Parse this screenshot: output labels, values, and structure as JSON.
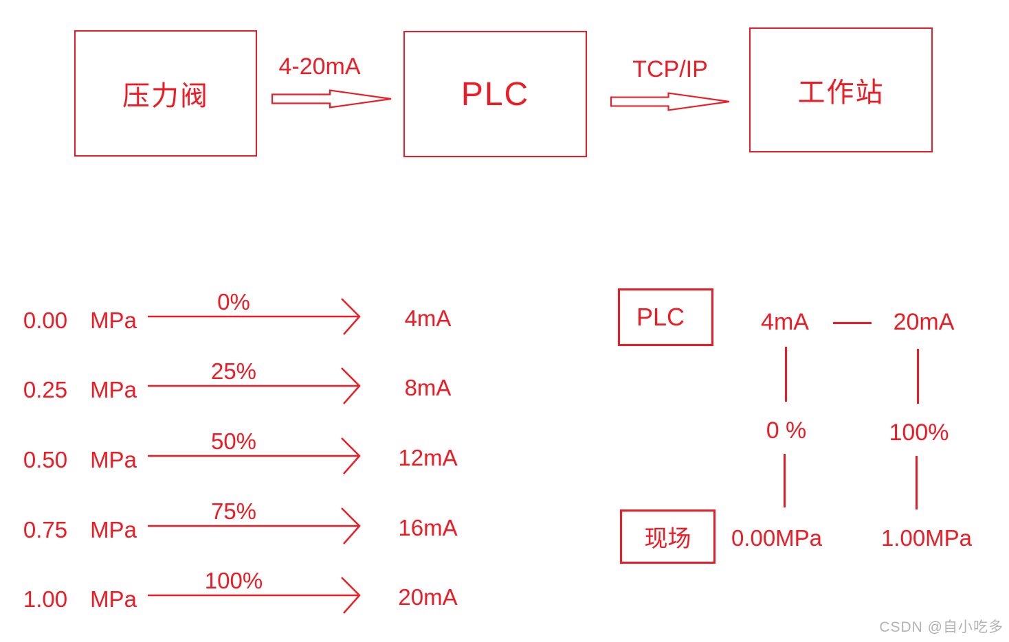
{
  "colors": {
    "diagram_red": "#ed1c24",
    "watermark_gray": "#b3b3b3",
    "background": "#ffffff"
  },
  "flow": {
    "node1": "压力阀",
    "node2": "PLC",
    "node3": "工作站",
    "link1": "4-20mA",
    "link2": "TCP/IP"
  },
  "mapping": {
    "rows": [
      {
        "pressure": "0.00",
        "unit": "MPa",
        "percent": "0%",
        "current": "4mA"
      },
      {
        "pressure": "0.25",
        "unit": "MPa",
        "percent": "25%",
        "current": "8mA"
      },
      {
        "pressure": "0.50",
        "unit": "MPa",
        "percent": "50%",
        "current": "12mA"
      },
      {
        "pressure": "0.75",
        "unit": "MPa",
        "percent": "75%",
        "current": "16mA"
      },
      {
        "pressure": "1.00",
        "unit": "MPa",
        "percent": "100%",
        "current": "20mA"
      }
    ]
  },
  "range": {
    "plc": "PLC",
    "field": "现场",
    "low_current": "4mA",
    "high_current": "20mA",
    "low_percent": "0 %",
    "high_percent": "100%",
    "low_pressure": "0.00MPa",
    "high_pressure": "1.00MPa"
  },
  "watermark": "CSDN @自小吃多"
}
